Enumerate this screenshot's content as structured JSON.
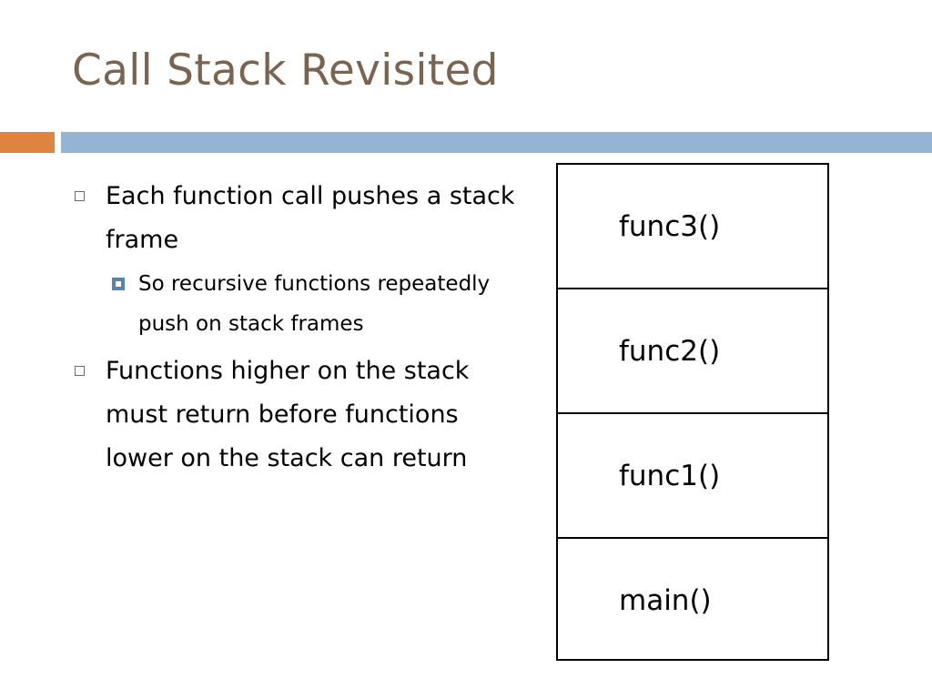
{
  "slide": {
    "title": "Call Stack Revisited",
    "accent_colors": {
      "orange": "#df8340",
      "blue": "#93b4d3",
      "title_text": "#7a6450",
      "sub_marker": "#5b82b4"
    },
    "bullets": [
      {
        "text": "Each function call pushes a stack frame",
        "sub": [
          "So recursive functions repeatedly push on stack frames"
        ]
      },
      {
        "text": "Functions higher on the stack must return before functions lower on the stack can return",
        "sub": []
      }
    ],
    "stack_frames": [
      "func3()",
      "func2()",
      "func1()",
      "main()"
    ],
    "icons": {
      "level1_marker": "hollow-square-bullet-icon",
      "level2_marker": "filled-square-bullet-icon"
    }
  }
}
